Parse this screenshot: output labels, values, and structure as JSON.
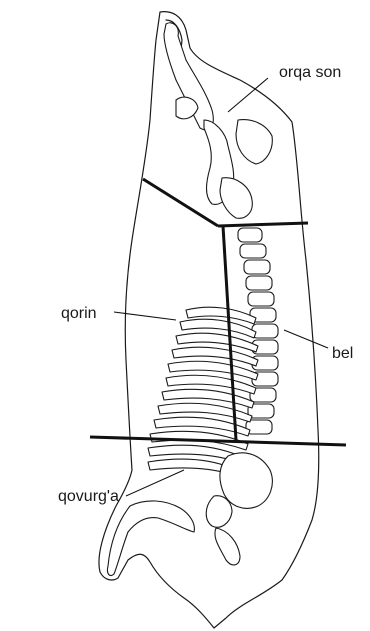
{
  "labels": {
    "rump": "orqa son",
    "flank": "qorin",
    "loin": "bel",
    "ribs": "qovurg'a"
  },
  "colors": {
    "line": "#1a1a1a",
    "background": "#ffffff"
  }
}
